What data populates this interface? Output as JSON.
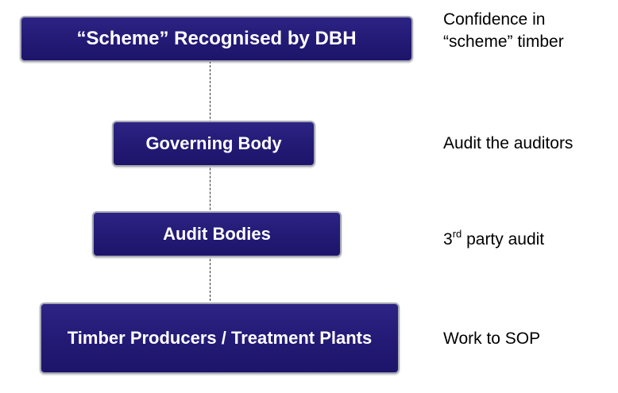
{
  "hierarchy": [
    {
      "label": "“Scheme” Recognised by DBH"
    },
    {
      "label": "Governing Body"
    },
    {
      "label": "Audit Bodies"
    },
    {
      "label": "Timber Producers / Treatment Plants"
    }
  ],
  "notes": {
    "scheme": "Confidence in “scheme” timber",
    "governing_body": "Audit the auditors",
    "audit_bodies": {
      "number": "3",
      "superscript": "rd",
      "rest": " party audit"
    },
    "producers": "Work to SOP"
  },
  "colors": {
    "box_fill": "#231a75",
    "box_border": "#a7a9b4",
    "box_text": "#ffffff",
    "connector": "#333333"
  }
}
